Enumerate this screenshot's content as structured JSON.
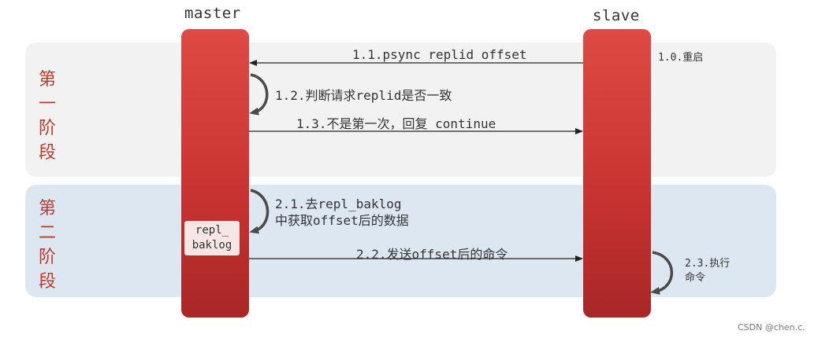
{
  "actors": {
    "master": "master",
    "slave": "slave"
  },
  "phases": {
    "first": [
      "第",
      "一",
      "阶",
      "段"
    ],
    "second": [
      "第",
      "二",
      "阶",
      "段"
    ]
  },
  "messages": {
    "step_1_0": "1.0.重启",
    "step_1_1": "1.1.psync replid offset",
    "step_1_2": "1.2.判断请求replid是否一致",
    "step_1_3": "1.3.不是第一次，回复 continue",
    "step_2_1": [
      "2.1.去repl_baklog",
      "中获取offset后的数据"
    ],
    "step_2_2": "2.2.发送offset后的命令",
    "step_2_3": [
      "2.3.执行",
      "命令"
    ]
  },
  "repl_box": [
    "repl_",
    "baklog"
  ],
  "watermark": "CSDN @chen.c.",
  "colors": {
    "lifeline": "#c93432",
    "phase_label": "#c0392b",
    "phase_1_bg": "#f2f2f2",
    "phase_2_bg": "#dde7f1",
    "arrow": "#222222"
  }
}
